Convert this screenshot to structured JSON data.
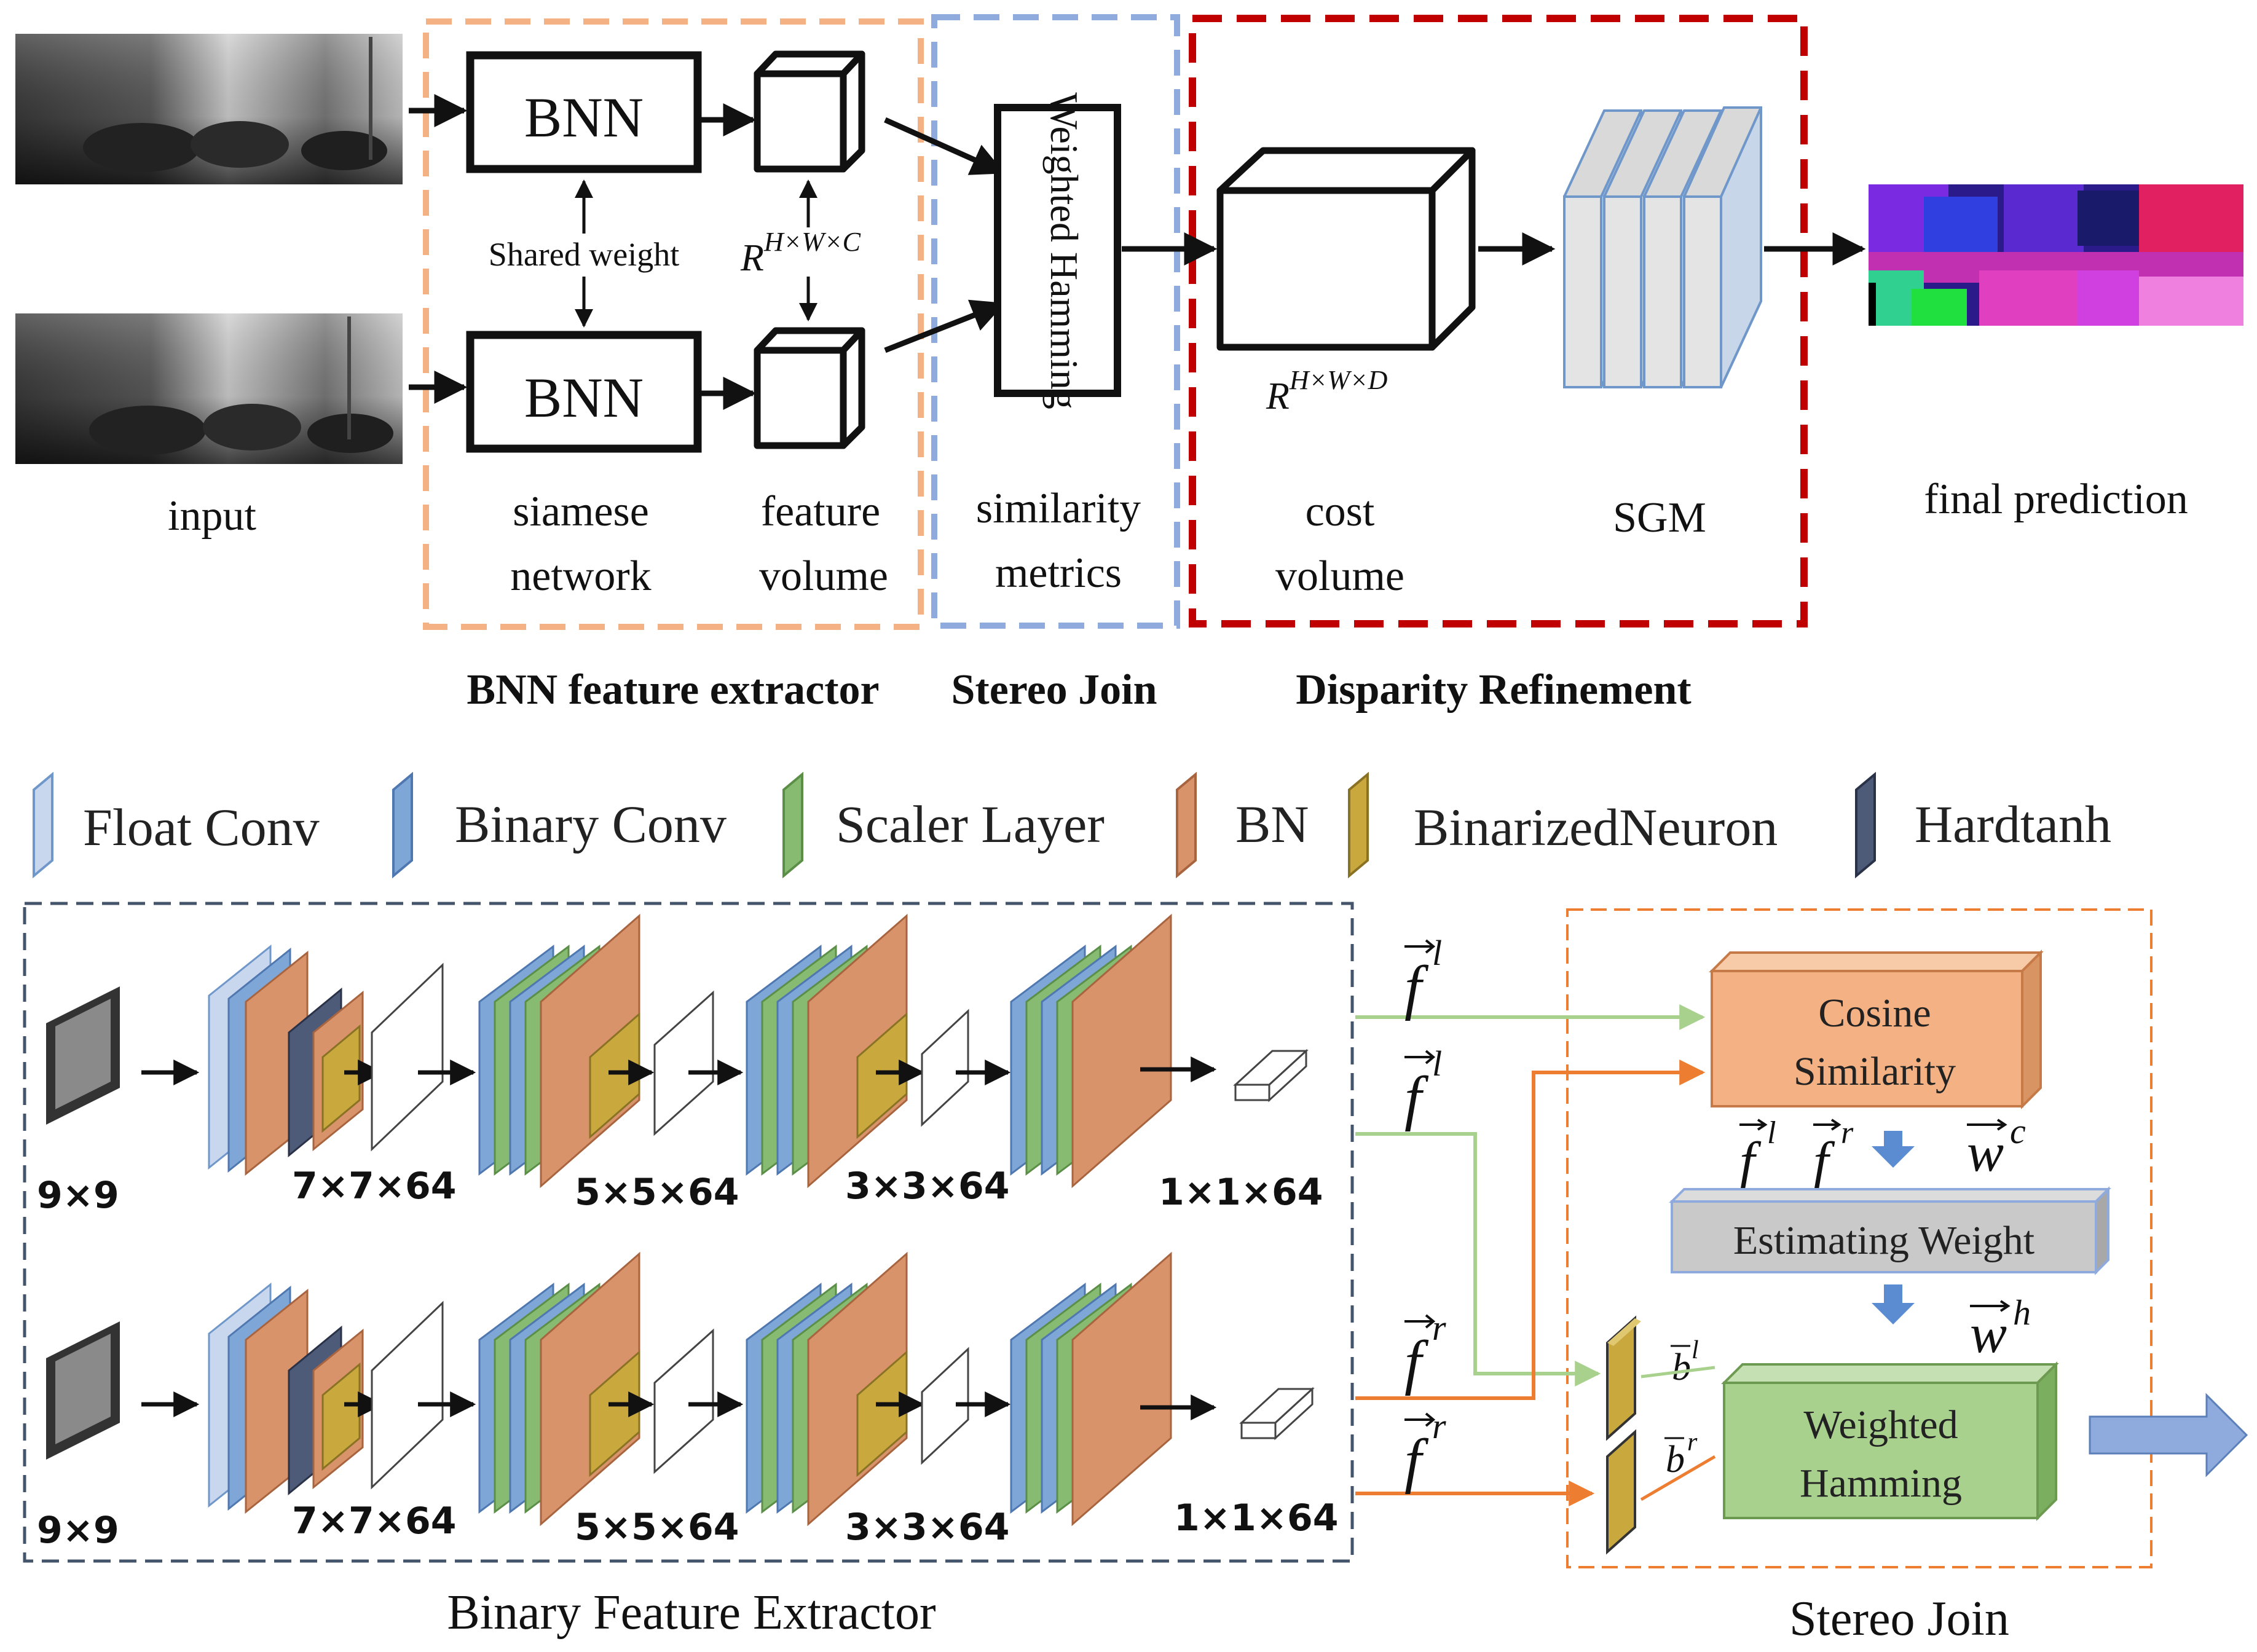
{
  "top": {
    "input_label": "input",
    "bnn_top_label": "BNN",
    "bnn_bottom_label": "BNN",
    "shared_weight": "Shared weight",
    "feature_dims": "R",
    "feature_dims_sup": "H×W×C",
    "weighted_hamming": "Weighted Hamming",
    "cost_dims": "R",
    "cost_dims_sup": "H×W×D",
    "siamese_line1": "siamese",
    "siamese_line2": "network",
    "feature_line1": "feature",
    "feature_line2": "volume",
    "similarity_line1": "similarity",
    "similarity_line2": "metrics",
    "cost_line1": "cost",
    "cost_line2": "volume",
    "sgm": "SGM",
    "final_prediction": "final prediction",
    "group_bnn": "BNN feature extractor",
    "group_stereo": "Stereo Join",
    "group_refine": "Disparity Refinement"
  },
  "legend": [
    {
      "label": "Float Conv",
      "color": "#c9d7ee"
    },
    {
      "label": "Binary Conv",
      "color": "#7ea7d8"
    },
    {
      "label": "Scaler Layer",
      "color": "#88bb72"
    },
    {
      "label": "BN",
      "color": "#d9936a"
    },
    {
      "label": "BinarizedNeuron",
      "color": "#c9a83e"
    },
    {
      "label": "Hardtanh",
      "color": "#4d5a78"
    }
  ],
  "bottom": {
    "dims_input": "9×9",
    "dims_1": "7×7×64",
    "dims_2": "5×5×64",
    "dims_3": "3×3×64",
    "dims_4": "1×1×64",
    "binary_feature_extractor": "Binary Feature Extractor",
    "stereo_join": "Stereo Join",
    "cosine_line1": "Cosine",
    "cosine_line2": "Similarity",
    "estimating_weight": "Estimating Weight",
    "weighted_line1": "Weighted",
    "weighted_line2": "Hamming",
    "vec_f": "f",
    "sup_l": "l",
    "sup_r": "r",
    "vec_w": "w",
    "sup_c": "c",
    "sup_h": "h",
    "vec_b": "b"
  },
  "colors": {
    "orange_box": "#f4b183",
    "blue_box": "#8faadc",
    "red_box": "#c00000",
    "navy_dash": "#44546a",
    "green_arrow": "#a9d18e",
    "orange_arrow": "#ed7d31",
    "cosine_fill": "#f4b183",
    "estimating_fill": "#c9c9c9",
    "weighted_fill": "#a9d18e",
    "output_arrow": "#8faadc"
  }
}
